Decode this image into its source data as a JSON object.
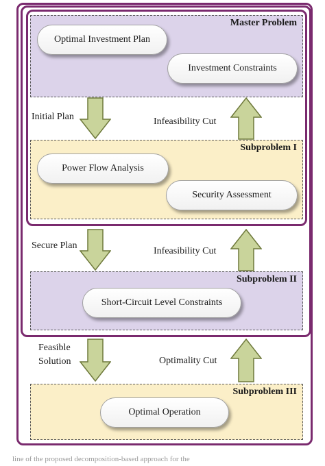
{
  "master": {
    "title": "Master Problem",
    "optimal_investment_plan": "Optimal Investment Plan",
    "investment_constraints": "Investment Constraints"
  },
  "sub1": {
    "title": "Subproblem I",
    "power_flow_analysis": "Power Flow Analysis",
    "security_assessment": "Security Assessment"
  },
  "sub2": {
    "title": "Subproblem II",
    "short_circuit": "Short-Circuit Level Constraints"
  },
  "sub3": {
    "title": "Subproblem III",
    "optimal_operation": "Optimal Operation"
  },
  "arrows": {
    "initial_plan": "Initial Plan",
    "infeasibility_cut_1": "Infeasibility Cut",
    "secure_plan": "Secure Plan",
    "infeasibility_cut_2": "Infeasibility Cut",
    "feasible_solution_1": "Feasible",
    "feasible_solution_2": "Solution",
    "optimality_cut": "Optimality Cut"
  },
  "caption": "line of the proposed decomposition-based approach for the",
  "colors": {
    "frame": "#7a2a6e",
    "purple_panel": "#dcd3ea",
    "yellow_panel": "#fbefc8",
    "arrow_fill": "#c9d49b",
    "arrow_stroke": "#6f7a3c"
  }
}
